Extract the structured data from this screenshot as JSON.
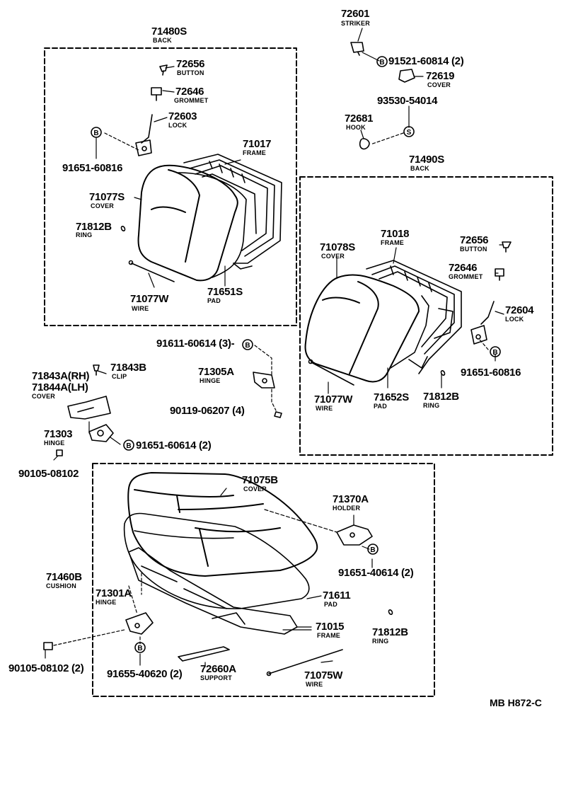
{
  "diagram_code": "MB H872-C",
  "groups": {
    "back_left": {
      "part": "71480S",
      "name": "BACK"
    },
    "back_right": {
      "part": "71490S",
      "name": "BACK"
    },
    "cushion": {
      "part": "71460B",
      "name": "CUSHION"
    }
  },
  "labels": [
    {
      "id": "striker",
      "part": "72601",
      "name": "STRIKER"
    },
    {
      "id": "bolt-striker",
      "part": "91521-60814 (2)",
      "name": ""
    },
    {
      "id": "cover-72619",
      "part": "72619",
      "name": "COVER"
    },
    {
      "id": "screw-93530",
      "part": "93530-54014",
      "name": ""
    },
    {
      "id": "hook",
      "part": "72681",
      "name": "HOOK"
    },
    {
      "id": "button-l",
      "part": "72656",
      "name": "BUTTON"
    },
    {
      "id": "grommet-l",
      "part": "72646",
      "name": "GROMMET"
    },
    {
      "id": "lock-l",
      "part": "72603",
      "name": "LOCK"
    },
    {
      "id": "bolt-l",
      "part": "91651-60816",
      "name": ""
    },
    {
      "id": "frame-l",
      "part": "71017",
      "name": "FRAME"
    },
    {
      "id": "cover-l",
      "part": "71077S",
      "name": "COVER"
    },
    {
      "id": "ring-l",
      "part": "71812B",
      "name": "RING"
    },
    {
      "id": "wire-l",
      "part": "71077W",
      "name": "WIRE"
    },
    {
      "id": "pad-l",
      "part": "71651S",
      "name": "PAD"
    },
    {
      "id": "cover-r",
      "part": "71078S",
      "name": "COVER"
    },
    {
      "id": "frame-r",
      "part": "71018",
      "name": "FRAME"
    },
    {
      "id": "button-r",
      "part": "72656",
      "name": "BUTTON"
    },
    {
      "id": "grommet-r",
      "part": "72646",
      "name": "GROMMET"
    },
    {
      "id": "lock-r",
      "part": "72604",
      "name": "LOCK"
    },
    {
      "id": "bolt-r",
      "part": "91651-60816",
      "name": ""
    },
    {
      "id": "wire-r",
      "part": "71077W",
      "name": "WIRE"
    },
    {
      "id": "pad-r",
      "part": "71652S",
      "name": "PAD"
    },
    {
      "id": "ring-r",
      "part": "71812B",
      "name": "RING"
    },
    {
      "id": "bolt-hinge-top",
      "part": "91611-60614 (3)-",
      "name": ""
    },
    {
      "id": "hinge-71305",
      "part": "71305A",
      "name": "HINGE"
    },
    {
      "id": "bolt-90119",
      "part": "90119-06207 (4)",
      "name": ""
    },
    {
      "id": "cover-rh",
      "part": "71843A(RH)",
      "name": ""
    },
    {
      "id": "cover-lh",
      "part": "71844A(LH)",
      "name": "COVER"
    },
    {
      "id": "clip",
      "part": "71843B",
      "name": "CLIP"
    },
    {
      "id": "hinge-71303",
      "part": "71303",
      "name": "HINGE"
    },
    {
      "id": "bolt-hinge-mid",
      "part": "91651-60614 (2)",
      "name": ""
    },
    {
      "id": "nut-mid",
      "part": "90105-08102",
      "name": ""
    },
    {
      "id": "cover-cush",
      "part": "71075B",
      "name": "COVER"
    },
    {
      "id": "holder",
      "part": "71370A",
      "name": "HOLDER"
    },
    {
      "id": "bolt-holder",
      "part": "91651-40614 (2)",
      "name": ""
    },
    {
      "id": "pad-cush",
      "part": "71611",
      "name": "PAD"
    },
    {
      "id": "hinge-71301",
      "part": "71301A",
      "name": "HINGE"
    },
    {
      "id": "frame-cush",
      "part": "71015",
      "name": "FRAME"
    },
    {
      "id": "ring-cush",
      "part": "71812B",
      "name": "RING"
    },
    {
      "id": "nut-bottom",
      "part": "90105-08102 (2)",
      "name": ""
    },
    {
      "id": "bolt-bottom",
      "part": "91655-40620 (2)",
      "name": ""
    },
    {
      "id": "support",
      "part": "72660A",
      "name": "SUPPORT"
    },
    {
      "id": "wire-cush",
      "part": "71075W",
      "name": "WIRE"
    }
  ],
  "bolt_symbol": "B",
  "screw_symbol": "S"
}
